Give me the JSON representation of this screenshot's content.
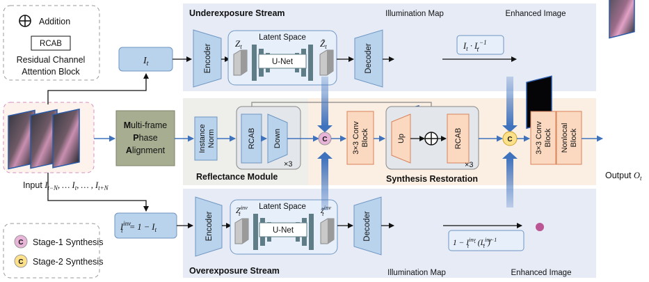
{
  "legend": {
    "addition_label": "Addition",
    "rcab_box": "RCAB",
    "rcab_desc_line1": "Residual Channel",
    "rcab_desc_line2": "Attention Block",
    "stage1_symbol": "C",
    "stage1_label": "Stage-1 Synthesis",
    "stage2_symbol": "C",
    "stage2_label": "Stage-2 Synthesis"
  },
  "streams": {
    "underexposure_title": "Underexposure Stream",
    "overexposure_title": "Overexposure Stream",
    "reflectance_title": "Reflectance Module",
    "synthesis_title": "Synthesis Restoration"
  },
  "top": {
    "illumination_map": "Illumination Map",
    "enhanced_image": "Enhanced Image",
    "latent_space": "Latent Space",
    "encoder": "Encoder",
    "unet": "U-Net",
    "decoder": "Decoder",
    "input_symbol": "I",
    "input_sub": "t",
    "z_left": "Z",
    "z_left_sub": "t",
    "z_right": "Z̃",
    "z_right_sub": "t",
    "formula_main": "I",
    "formula_sub": "t",
    "formula_mid": " · L",
    "formula_sub2": "t",
    "formula_sup": "−1"
  },
  "bottom": {
    "illumination_map": "Illumination Map",
    "enhanced_image": "Enhanced Image",
    "latent_space": "Latent Space",
    "encoder": "Encoder",
    "unet": "U-Net",
    "decoder": "Decoder",
    "inv_input_lhs": "I",
    "inv_input_sup": "inv",
    "inv_input_sub": "t",
    "inv_input_rhs": " = 1 − I",
    "inv_input_rhs_sub": "t",
    "z_left": "Z",
    "z_left_sup": "inv",
    "z_left_sub": "t",
    "z_right": "z̃",
    "z_right_sup": "inv",
    "z_right_sub": "t",
    "formula_a": "1 − I",
    "formula_a_sup": "inv",
    "formula_a_sub": "t",
    "formula_b": " · (L",
    "formula_b_sup": "inv",
    "formula_b_sub": "t",
    "formula_c": ")",
    "formula_c_sup": "−1"
  },
  "middle": {
    "mpa_line1_bold": "M",
    "mpa_line1_rest": "ulti-frame",
    "mpa_line2_bold": "P",
    "mpa_line2_rest": "hase",
    "mpa_line3_bold": "A",
    "mpa_line3_rest": "lignment",
    "instance_norm_1": "Instance",
    "instance_norm_2": "Norm",
    "rcab": "RCAB",
    "down": "Down",
    "times3_a": "×3",
    "conv_1": "3×3 Conv",
    "conv_2": "Block",
    "up": "Up",
    "rcab2": "RCAB",
    "times3_b": "×3",
    "c1": "C",
    "c2": "C",
    "conv2_1": "3×3 Conv",
    "conv2_2": "Block",
    "nonlocal_1": "Nonlocal",
    "nonlocal_2": "Block",
    "input_label": "Input ",
    "input_seq": "I",
    "input_seq_sub1": "t−N",
    "input_seq_mid": ", … I",
    "input_seq_sub2": "t",
    "input_seq_mid2": ", … , I",
    "input_seq_sub3": "t+N",
    "output_label": "Output ",
    "output_sym": "O",
    "output_sub": "t"
  },
  "colors": {
    "panel_blue": "#e6ebf6",
    "panel_orange": "#fbeee2",
    "panel_grey": "#eeeeea",
    "module_blue": "#b9d3ec",
    "module_stroke": "#6f96c2",
    "conv_orange": "#fbd9c0",
    "conv_stroke": "#d9825a",
    "mpa_green": "#a7ad91",
    "arrow_blue": "#3f72bd",
    "unet_dark": "#5f7d87",
    "stage1": "#e8b4d8",
    "stage2": "#fde08a"
  }
}
